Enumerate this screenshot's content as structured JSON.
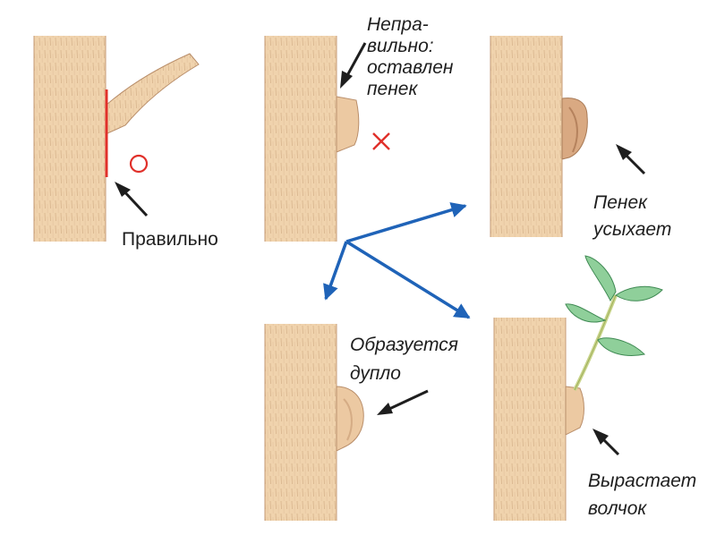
{
  "labels": {
    "correct": "Правильно",
    "wrong_line1": "Непра-",
    "wrong_line2": "вильно:",
    "wrong_line3": "оставлен",
    "wrong_line4": "пенек",
    "dries_line1": "Пенек",
    "dries_line2": "усыхает",
    "hollow_line1": "Образуется",
    "hollow_line2": "дупло",
    "sprout_line1": "Вырастает",
    "sprout_line2": "волчок"
  },
  "marks": {
    "correct_symbol": "circle",
    "wrong_symbol": "cross"
  },
  "colors": {
    "bark": "#f0d3ad",
    "bark_shade": "#dcb088",
    "bark_line": "#b98e6a",
    "cut_line": "#e0302a",
    "mark": "#e0302a",
    "flow_arrow": "#1f63b8",
    "pointer_arrow": "#1e1e1e",
    "leaf": "#8fcf9a",
    "leaf_edge": "#3f8a53",
    "stem": "#c9d58b"
  }
}
